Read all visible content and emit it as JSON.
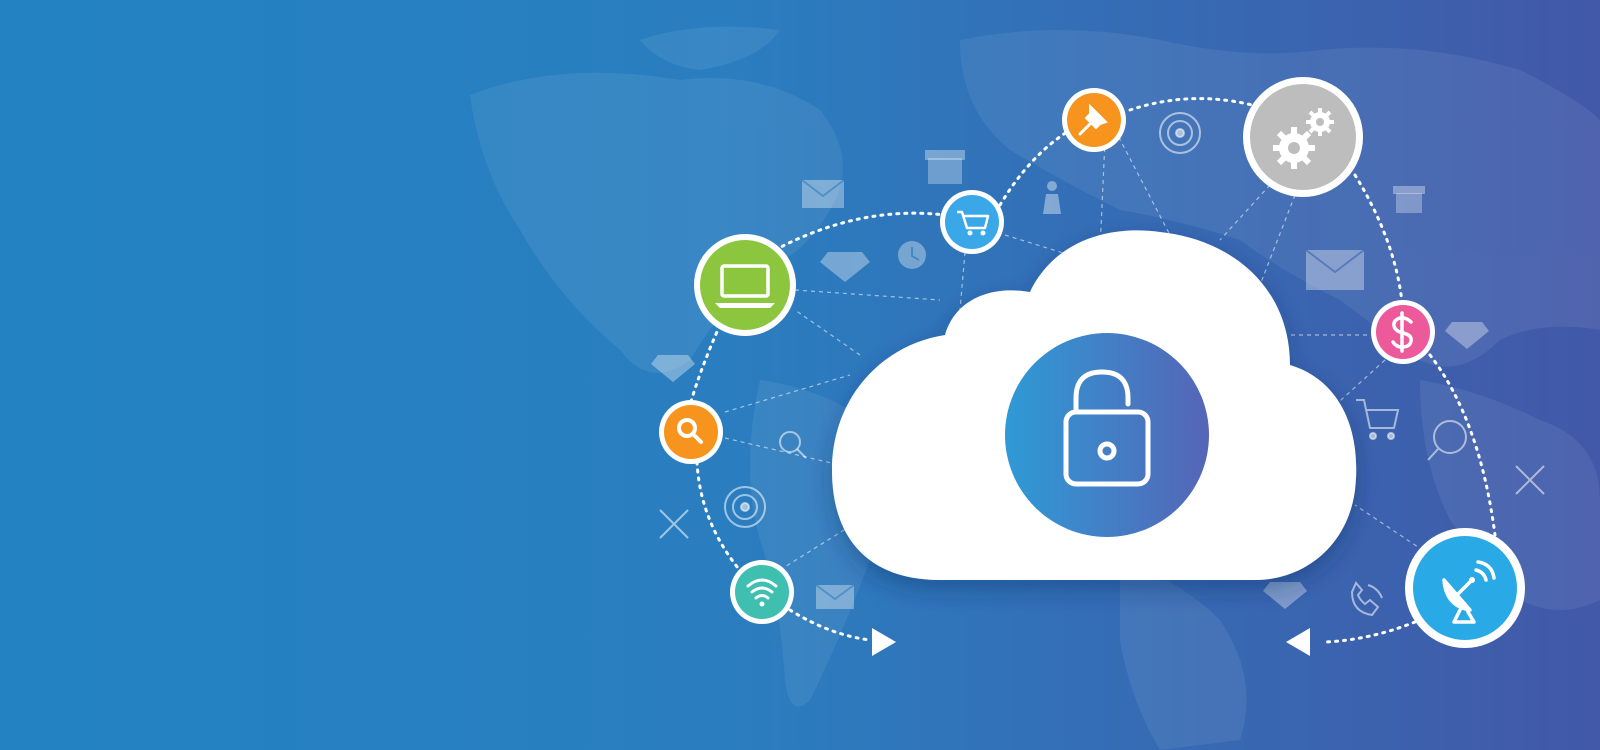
{
  "scene": {
    "description_free": true,
    "colors": {
      "background_left": "#2282c2",
      "background_right": "#4258a8",
      "cloud": "#ffffff",
      "lock_gradient_start": "#2f9ad6",
      "lock_gradient_end": "#5565b6",
      "laptop_node": "#8cc63f",
      "search_node": "#f7941d",
      "wifi_node": "#3fbfb0",
      "cart_node": "#3aa8e8",
      "pin_node": "#f7941d",
      "gears_node": "#bdbdbd",
      "dollar_node": "#ec5a9b",
      "satellite_node": "#29a9e6"
    },
    "nodes": [
      {
        "icon": "laptop-icon",
        "color_key": "laptop_node"
      },
      {
        "icon": "search-icon",
        "color_key": "search_node"
      },
      {
        "icon": "wifi-icon",
        "color_key": "wifi_node"
      },
      {
        "icon": "shopping-cart-icon",
        "color_key": "cart_node"
      },
      {
        "icon": "pushpin-icon",
        "color_key": "pin_node"
      },
      {
        "icon": "gears-icon",
        "color_key": "gears_node"
      },
      {
        "icon": "dollar-icon",
        "color_key": "dollar_node"
      },
      {
        "icon": "satellite-dish-icon",
        "color_key": "satellite_node"
      }
    ],
    "central_icon": "unlocked-padlock-icon",
    "decorative_icons": [
      "envelope-icon",
      "diamond-icon",
      "clock-icon",
      "target-icon",
      "gift-icon",
      "shopper-icon",
      "tools-icon",
      "magnifier-icon",
      "shopping-cart-icon",
      "phone-icon"
    ]
  }
}
